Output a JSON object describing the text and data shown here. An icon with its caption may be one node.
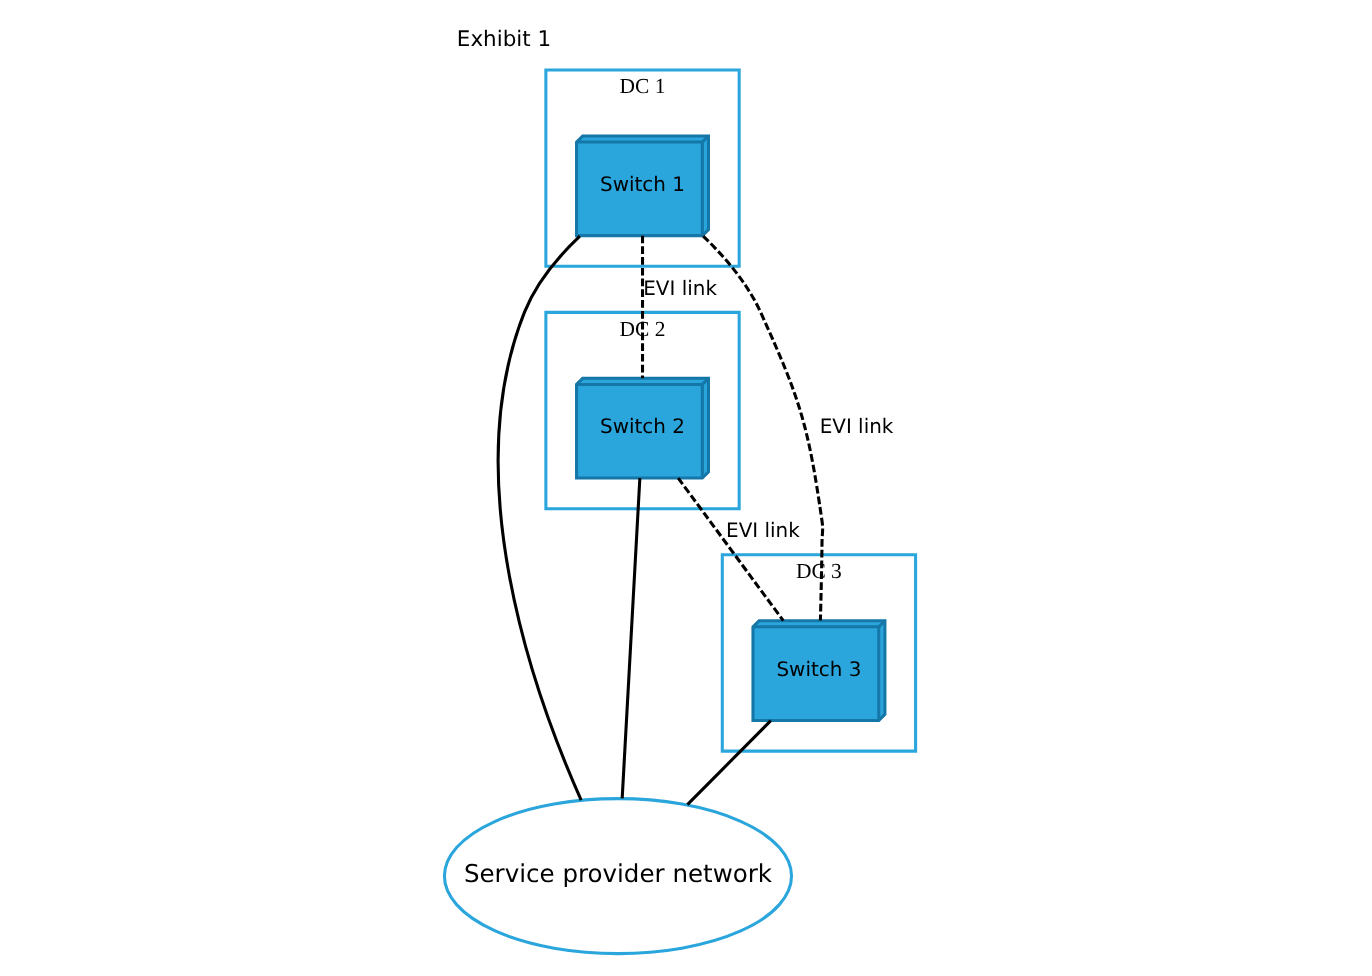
{
  "diagram": {
    "title": "Exhibit 1",
    "nodes": [
      {
        "text": [
          "DC 1"
        ]
      },
      {
        "text": [
          "Switch 1"
        ],
        "in": 0
      },
      {
        "text": [
          "DC 2"
        ]
      },
      {
        "text": [
          "Switch 2"
        ],
        "in": 2
      },
      {
        "text": [
          "Service provider network"
        ]
      },
      {
        "text": [
          "DC 3"
        ]
      },
      {
        "text": [
          "Switch 3"
        ],
        "in": 5
      }
    ],
    "edges": [
      {
        "from": 1,
        "to": 4,
        "arrow": "none"
      },
      {
        "from": 3,
        "to": 4,
        "arrow": "none"
      },
      {
        "from": 6,
        "to": 4,
        "arrow": "none"
      },
      {
        "from": 1,
        "to": 3,
        "arrow": "none",
        "style": "dashed",
        "label": "EVI link"
      },
      {
        "from": 1,
        "to": 6,
        "arrow": "none",
        "style": "dashed",
        "label": "EVI link"
      },
      {
        "from": 3,
        "to": 6,
        "arrow": "none",
        "style": "dashed",
        "label": "EVI link"
      }
    ]
  }
}
